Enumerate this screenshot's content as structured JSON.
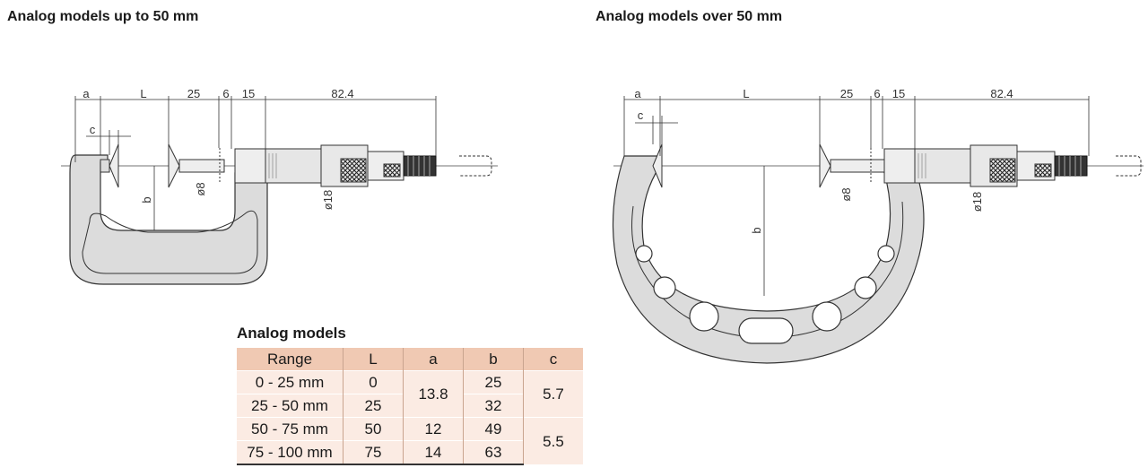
{
  "headings": {
    "left": "Analog models up to 50 mm",
    "right": "Analog models over 50 mm"
  },
  "left_drawing": {
    "dims": {
      "a": "a",
      "L": "L",
      "d25": "25",
      "d6": "6",
      "d15": "15",
      "d82": "82.4",
      "c": "c",
      "b": "b",
      "o8": "ø8",
      "o18": "ø18"
    }
  },
  "right_drawing": {
    "dims": {
      "a": "a",
      "L": "L",
      "d25": "25",
      "d6": "6",
      "d15": "15",
      "d82": "82.4",
      "c": "c",
      "b": "b",
      "o8": "ø8",
      "o18": "ø18"
    }
  },
  "table": {
    "title": "Analog models",
    "headers": [
      "Range",
      "L",
      "a",
      "b",
      "c"
    ],
    "rows": [
      {
        "range": "0 - 25 mm",
        "L": "0",
        "a": "13.8",
        "b": "25",
        "c": "5.7"
      },
      {
        "range": "25 - 50 mm",
        "L": "25",
        "a": "13.8",
        "b": "32",
        "c": "5.7"
      },
      {
        "range": "50 - 75 mm",
        "L": "50",
        "a": "12",
        "b": "49",
        "c": "5.5"
      },
      {
        "range": "75 - 100 mm",
        "L": "75",
        "a": "14",
        "b": "63",
        "c": "5.5"
      }
    ]
  },
  "colors": {
    "frame_fill": "#dcdcdc",
    "line": "#333333",
    "header_bg": "#f0c9b3",
    "row_bg": "#fbebe3"
  }
}
